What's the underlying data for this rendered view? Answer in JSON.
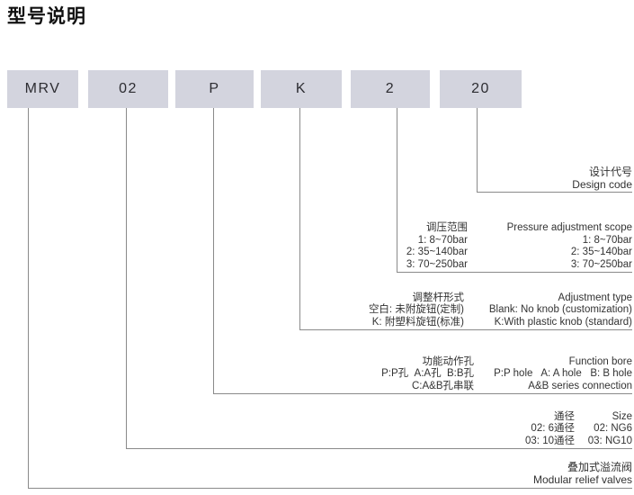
{
  "title": "型号说明",
  "model_code": {
    "segments": [
      {
        "code": "MRV"
      },
      {
        "code": "02"
      },
      {
        "code": "P"
      },
      {
        "code": "K"
      },
      {
        "code": "2"
      },
      {
        "code": "20"
      }
    ]
  },
  "legend": {
    "design_code": {
      "cn": "设计代号",
      "en": "Design code"
    },
    "pressure": {
      "header": {
        "cn": "调压范围",
        "en": "Pressure adjustment scope"
      },
      "rows": [
        {
          "cn": "1: 8~70bar",
          "en": "1: 8~70bar"
        },
        {
          "cn": "2: 35~140bar",
          "en": "2: 35~140bar"
        },
        {
          "cn": "3: 70~250bar",
          "en": "3: 70~250bar"
        }
      ]
    },
    "adjustment": {
      "header": {
        "cn": "调整杆形式",
        "en": "Adjustment type"
      },
      "rows": [
        {
          "cn": "空白: 未附旋钮(定制)",
          "en": "Blank: No knob (customization)"
        },
        {
          "cn": "K: 附塑料旋钮(标准)",
          "en": "K:With plastic knob (standard)"
        }
      ]
    },
    "function_bore": {
      "header": {
        "cn": "功能动作孔",
        "en": "Function bore"
      },
      "rows": [
        {
          "cn": "P:P孔  A:A孔  B:B孔",
          "en": "P:P hole   A: A hole   B: B hole"
        },
        {
          "cn": "C:A&B孔串联",
          "en": "A&B series connection"
        }
      ]
    },
    "size": {
      "header": {
        "cn": "通径",
        "en": "Size"
      },
      "rows": [
        {
          "cn": "02: 6通径",
          "en": "02: NG6"
        },
        {
          "cn": "03: 10通径",
          "en": "03: NG10"
        }
      ]
    },
    "product": {
      "cn": "叠加式溢流阀",
      "en": "Modular relief valves"
    }
  },
  "colors": {
    "box_fill": "#d3d4de",
    "box_text": "#2c2c31",
    "line": "#8a8a8a",
    "text": "#333333"
  }
}
